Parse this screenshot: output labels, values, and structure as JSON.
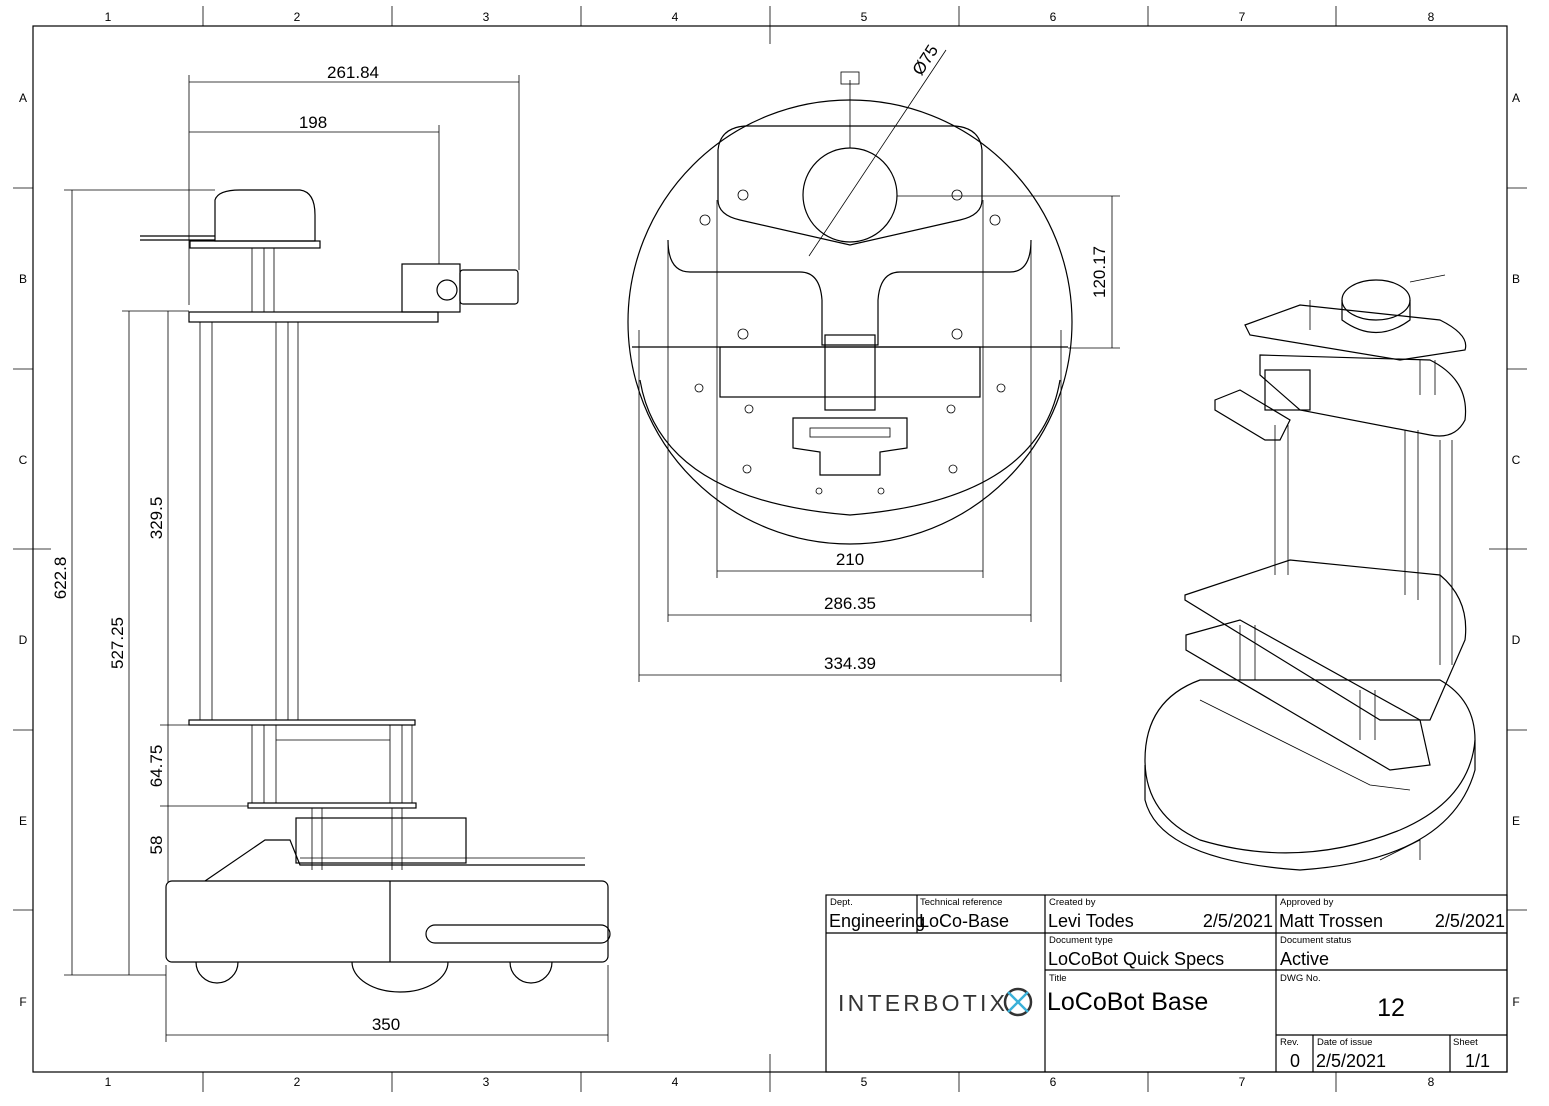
{
  "frame": {
    "columns": [
      "1",
      "2",
      "3",
      "4",
      "5",
      "6",
      "7",
      "8"
    ],
    "rows": [
      "A",
      "B",
      "C",
      "D",
      "E",
      "F"
    ]
  },
  "side_view": {
    "dims": {
      "width_top": "261.84",
      "width_plate": "198",
      "total_height": "622.8",
      "height_to_plate": "527.25",
      "column_height": "329.5",
      "lower_spacing": "64.75",
      "base_height": "58",
      "base_width": "350"
    }
  },
  "top_view": {
    "dims": {
      "lidar_diameter": "Ø75",
      "lidar_offset": "120.17",
      "inner_width": "210",
      "plate_width": "286.35",
      "base_diameter": "334.39"
    }
  },
  "title_block": {
    "dept_label": "Dept.",
    "dept": "Engineering",
    "techref_label": "Technical reference",
    "techref": "LoCo-Base",
    "created_label": "Created by",
    "created_by": "Levi Todes",
    "created_date": "2/5/2021",
    "approved_label": "Approved by",
    "approved_by": "Matt Trossen",
    "approved_date": "2/5/2021",
    "doctype_label": "Document type",
    "doctype": "LoCoBot Quick Specs",
    "status_label": "Document status",
    "status": "Active",
    "title_label": "Title",
    "title": "LoCoBot Base",
    "dwg_label": "DWG No.",
    "dwg": "12",
    "rev_label": "Rev.",
    "rev": "0",
    "issue_label": "Date of issue",
    "issue_date": "2/5/2021",
    "sheet_label": "Sheet",
    "sheet": "1/1",
    "logo": "INTERBOTIX",
    "logo_accent": "#3ab0d8"
  }
}
